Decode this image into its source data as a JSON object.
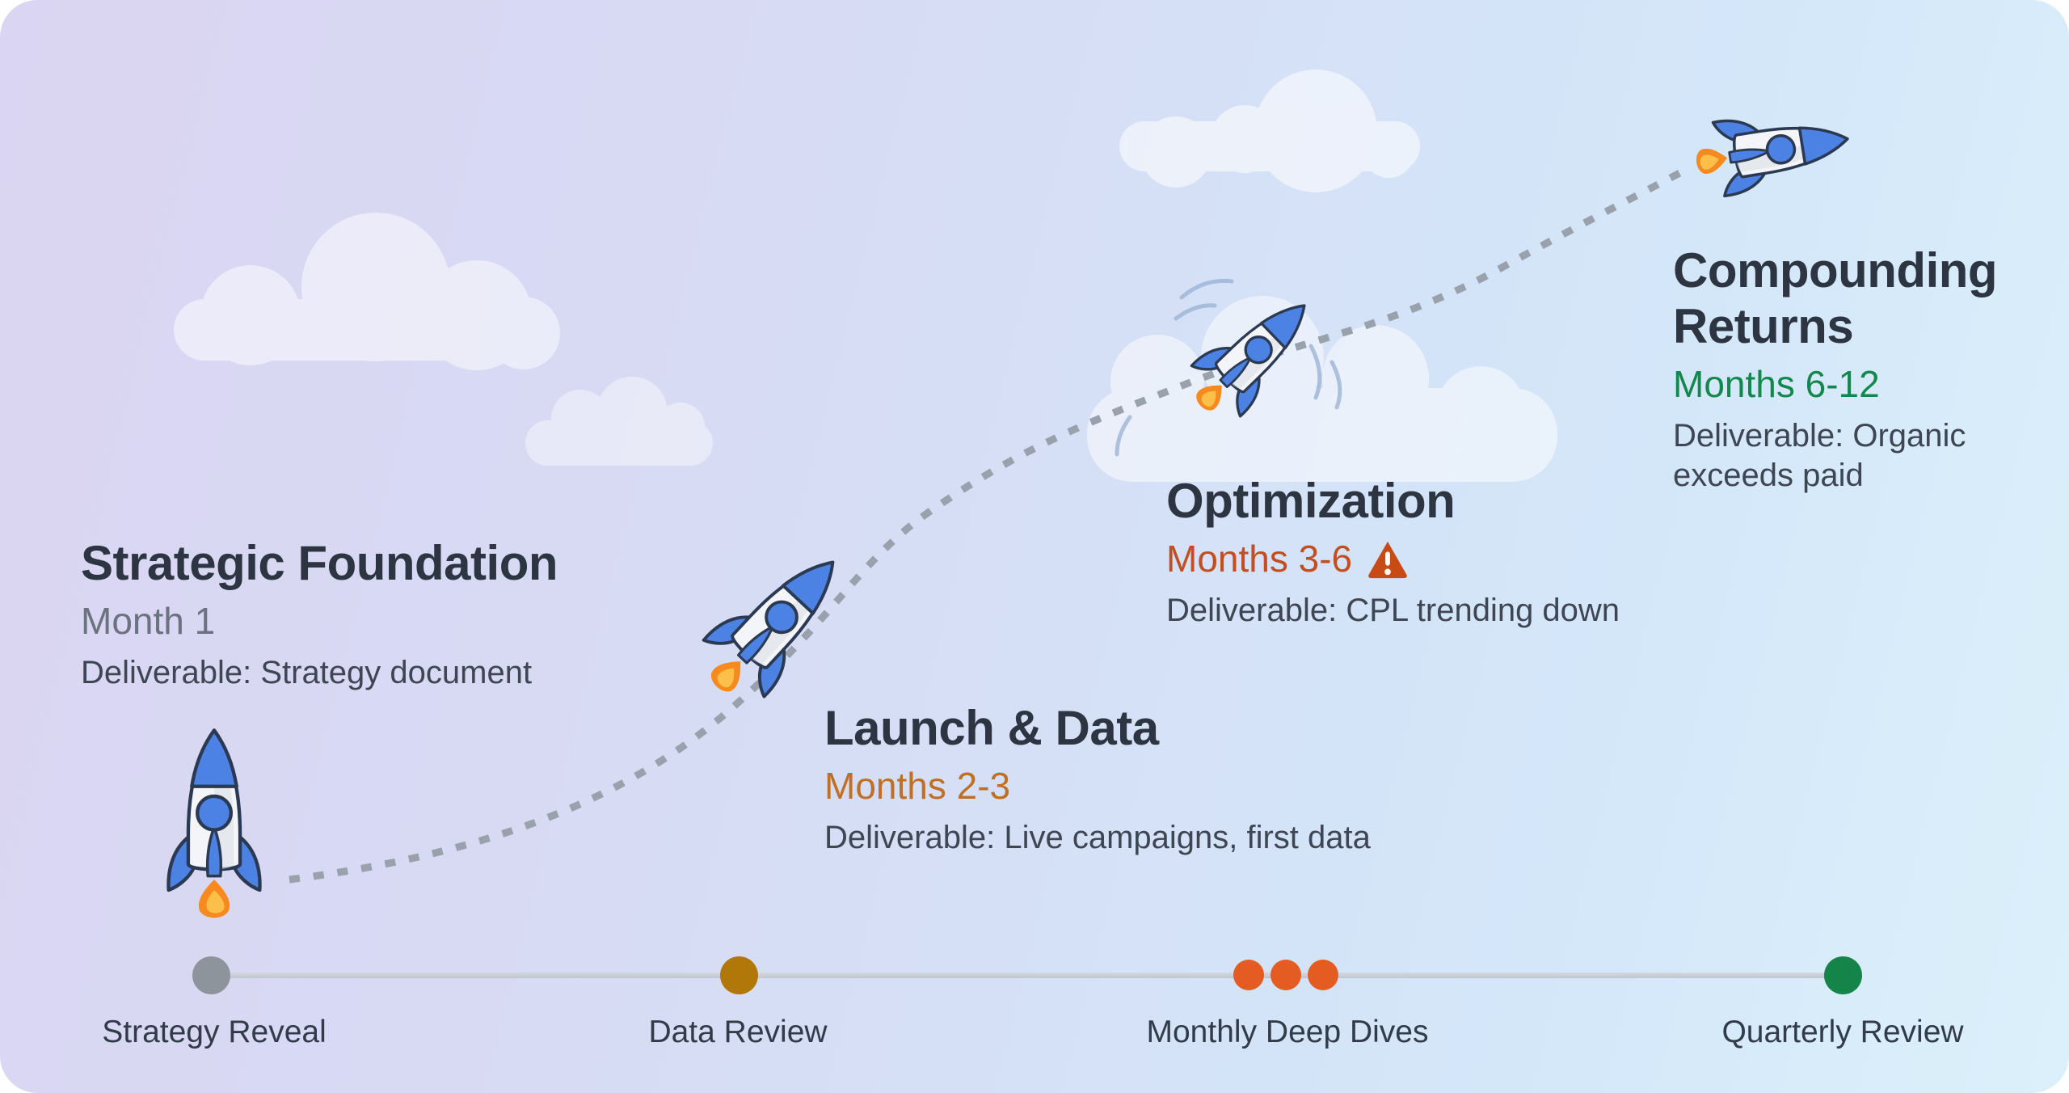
{
  "stages": [
    {
      "title": "Strategic Foundation",
      "period": "Month 1",
      "deliverable": "Deliverable: Strategy document"
    },
    {
      "title": "Launch & Data",
      "period": "Months 2-3",
      "deliverable": "Deliverable: Live campaigns, first data"
    },
    {
      "title": "Optimization",
      "period": "Months 3-6",
      "deliverable": "Deliverable: CPL trending down",
      "warning_icon": "warning-triangle-icon"
    },
    {
      "title": "Compounding Returns",
      "period": "Months 6-12",
      "deliverable": "Deliverable: Organic exceeds paid"
    }
  ],
  "timeline": {
    "milestones": [
      {
        "label": "Strategy Reveal",
        "dot_style": "gray",
        "dot_count": 1
      },
      {
        "label": "Data Review",
        "dot_style": "amber",
        "dot_count": 1
      },
      {
        "label": "Monthly Deep Dives",
        "dot_style": "orange",
        "dot_count": 3
      },
      {
        "label": "Quarterly Review",
        "dot_style": "green",
        "dot_count": 1
      }
    ]
  },
  "icons": {
    "rocket": "rocket-icon",
    "warning": "warning-triangle-icon",
    "cloud": "cloud-shape",
    "trail": "dotted-flight-path"
  },
  "palette": {
    "bg_a": "#dad5f2",
    "bg_b": "#d8daf4",
    "bg_c": "#d5e0f6",
    "bg_d": "#d4e7f9",
    "bg_e": "#dcf0fb",
    "heading": "#2e3542",
    "body_text": "#3e4654",
    "muted": "#6b7280",
    "label": "#313b49",
    "period_amber": "#bf7026",
    "period_red": "#c44e1f",
    "period_green": "#13884c",
    "warning": "#c84a14",
    "dash": "#99a1ac",
    "line": "#c0c6cf",
    "dot_gray": "#8d949b",
    "dot_amber": "#b17708",
    "dot_orange": "#e55c22",
    "dot_green": "#148449",
    "rocket_blue": "#4b82e4",
    "rocket_body": "#f3f5f8",
    "rocket_shade": "#d9dfe6",
    "rocket_outline": "#2b3a52",
    "flame_outer": "#f68a1f",
    "flame_inner": "#fcc04a",
    "cloud": "#ffffff",
    "swoosh": "#9db4d6"
  }
}
